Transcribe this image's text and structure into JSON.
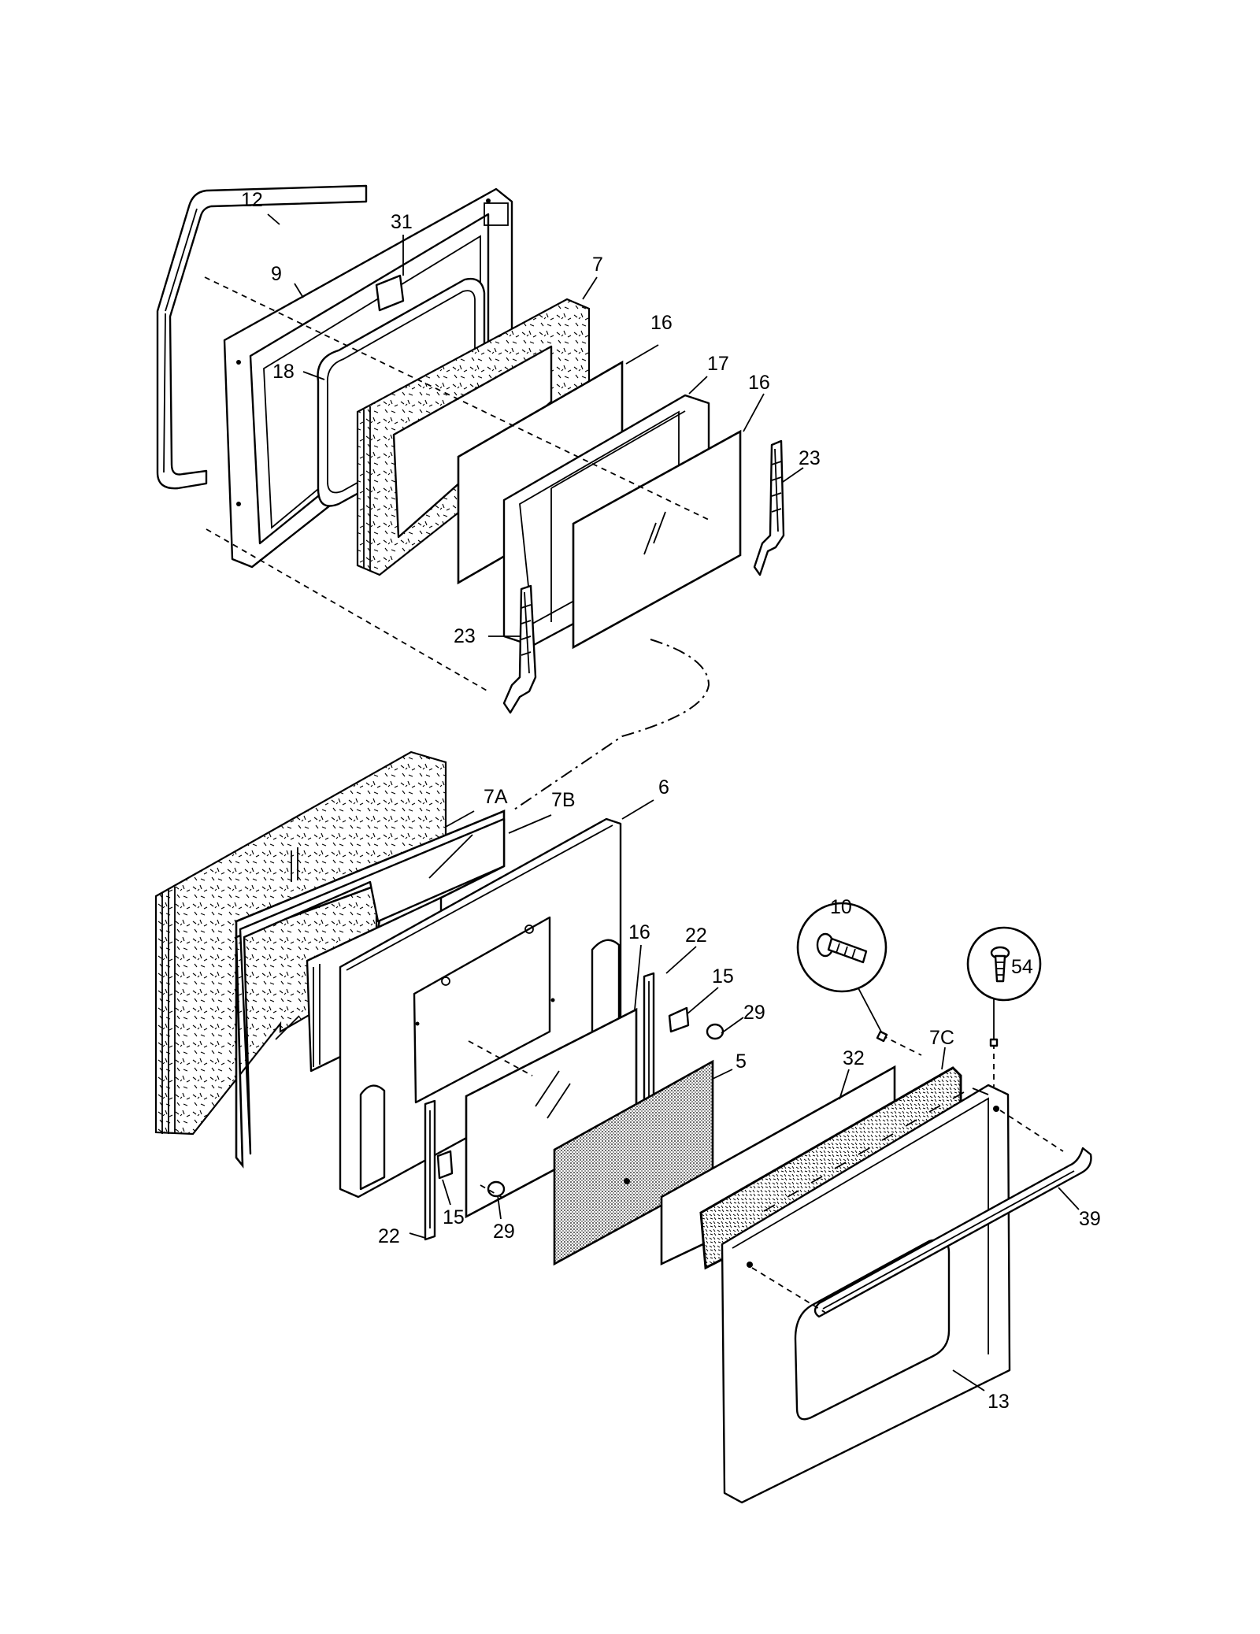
{
  "labels": {
    "p12": "12",
    "p31": "31",
    "p7": "7",
    "p9": "9",
    "p16a": "16",
    "p17": "17",
    "p16b": "16",
    "p18": "18",
    "p23a": "23",
    "p23b": "23",
    "p7A": "7A",
    "p7B": "7B",
    "p6": "6",
    "p10": "10",
    "p54": "54",
    "p16c": "16",
    "p22a": "22",
    "p15a": "15",
    "p29a": "29",
    "p5": "5",
    "p7C": "7C",
    "p32": "32",
    "p15b": "15",
    "p29b": "29",
    "p22b": "22",
    "p39": "39",
    "p13": "13"
  },
  "icons": {
    "screw": "screw-icon",
    "hinge": "hinge-icon"
  }
}
